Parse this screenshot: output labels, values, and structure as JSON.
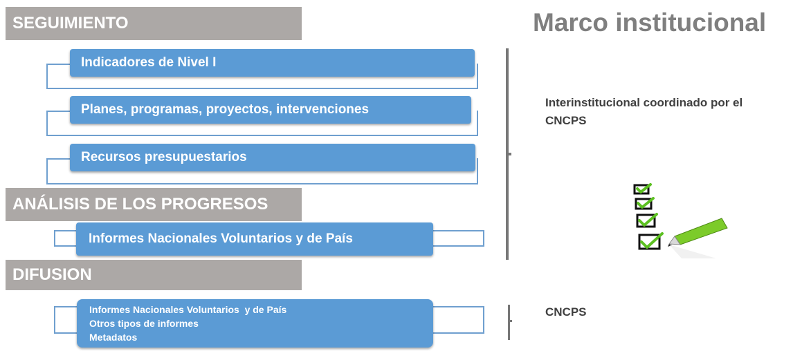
{
  "title": "Marco institucional",
  "sections": {
    "seguimiento": {
      "header": "SEGUIMIENTO",
      "items": [
        "Indicadores de Nivel I",
        "Planes, programas, proyectos, intervenciones",
        "Recursos presupuestarios"
      ]
    },
    "analisis": {
      "header": "ANÁLISIS DE LOS PROGRESOS",
      "items": [
        "Informes Nacionales Voluntarios y de País"
      ]
    },
    "difusion": {
      "header": "DIFUSION",
      "items": [
        "Informes Nacionales Voluntarios  y de País",
        "Otros tipos de informes",
        "Metadatos"
      ]
    }
  },
  "right": {
    "institutional_line1": "Interinstitucional coordinado por el",
    "institutional_line2": "CNCPS",
    "difusion_label": "CNCPS"
  },
  "icon": "checklist-pen-icon",
  "colors": {
    "header_bg": "#aca8a6",
    "pill_bg": "#5b9bd5",
    "frame": "#6f9fcf",
    "check": "#5cc021"
  }
}
